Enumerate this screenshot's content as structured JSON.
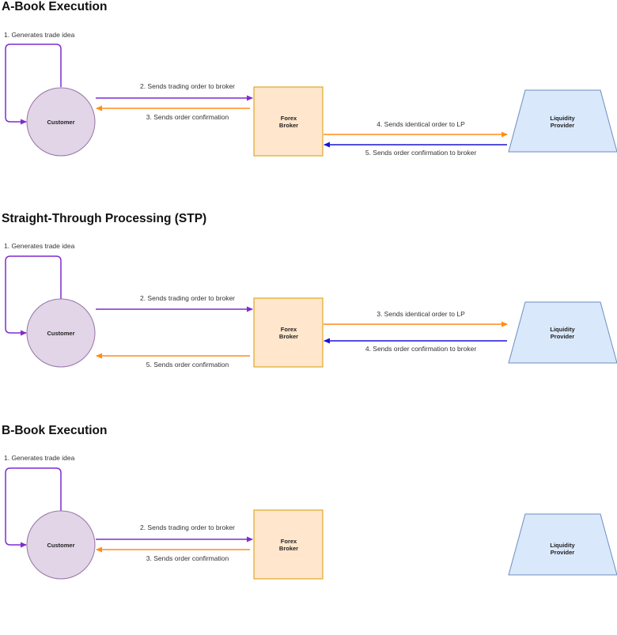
{
  "colors": {
    "purple": "#7f2ccf",
    "orange": "#ff8c1a",
    "blue": "#1a14d4",
    "customer_fill": "#e1d5e7",
    "customer_stroke": "#9673a6",
    "broker_fill": "#ffe6cc",
    "broker_stroke": "#d79b00",
    "lp_fill": "#dae8fc",
    "lp_stroke": "#6c8ebf"
  },
  "sections": [
    {
      "title": "A-Book Execution",
      "loop_label": "1. Generates trade idea",
      "customer": "Customer",
      "broker": [
        "Forex",
        "Broker"
      ],
      "lp": [
        "Liquidity",
        "Provider"
      ],
      "arrows": [
        {
          "label": "2. Sends trading order to broker",
          "color": "purple"
        },
        {
          "label": "3. Sends order confirmation",
          "color": "orange"
        },
        {
          "label": "4. Sends identical order to LP",
          "color": "orange"
        },
        {
          "label": "5. Sends order confirmation to broker",
          "color": "blue"
        }
      ]
    },
    {
      "title": "Straight-Through Processing (STP)",
      "loop_label": "1. Generates trade idea",
      "customer": "Customer",
      "broker": [
        "Forex",
        "Broker"
      ],
      "lp": [
        "Liquidity",
        "Provider"
      ],
      "arrows": [
        {
          "label": "2. Sends trading order to broker",
          "color": "purple"
        },
        {
          "label": "5. Sends order confirmation",
          "color": "orange"
        },
        {
          "label": "3. Sends identical order to LP",
          "color": "orange"
        },
        {
          "label": "4. Sends order confirmation to broker",
          "color": "blue"
        }
      ]
    },
    {
      "title": "B-Book Execution",
      "loop_label": "1. Generates trade idea",
      "customer": "Customer",
      "broker": [
        "Forex",
        "Broker"
      ],
      "lp": [
        "Liquidity",
        "Provider"
      ],
      "arrows": [
        {
          "label": "2. Sends trading order to broker",
          "color": "purple"
        },
        {
          "label": "3. Sends order confirmation",
          "color": "orange"
        }
      ]
    }
  ]
}
